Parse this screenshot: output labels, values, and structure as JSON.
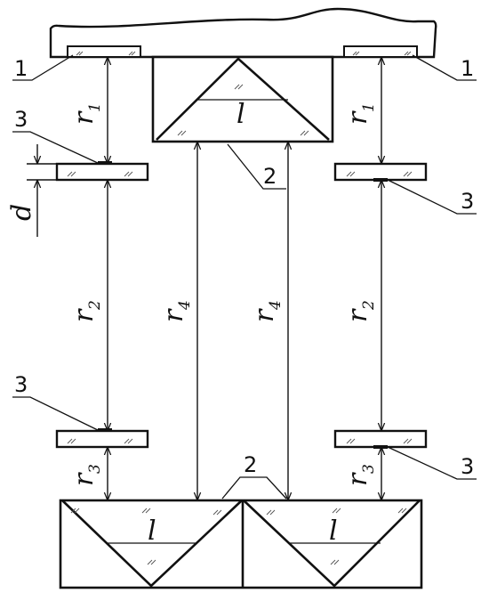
{
  "labels": {
    "part1": "1",
    "part2": "2",
    "part3": "3",
    "thickness": "d",
    "length": "l",
    "r_symbol": "r",
    "r1_index": "1",
    "r2_index": "2",
    "r3_index": "3",
    "r4_index": "4"
  }
}
